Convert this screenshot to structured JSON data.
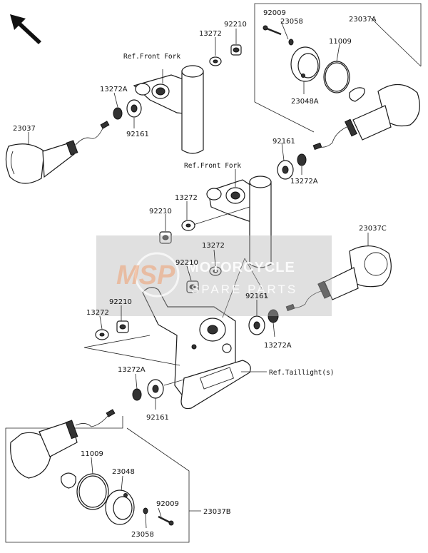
{
  "labels": {
    "ref_front_fork_top": "Ref.Front Fork",
    "ref_front_fork_mid": "Ref.Front Fork",
    "ref_taillight": "Ref.Taillight(s)",
    "p92210_top": "92210",
    "p13272_top": "13272",
    "p13272a_left": "13272A",
    "p23037": "23037",
    "p92161_left": "92161",
    "p92009_top": "92009",
    "p23058_top": "23058",
    "p23037a": "23037A",
    "p11009_top": "11009",
    "p23048a": "23048A",
    "p92161_right": "92161",
    "p13272a_right": "13272A",
    "p13272_mid": "13272",
    "p92210_mid": "92210",
    "p23037c": "23037C",
    "p13272_center": "13272",
    "p92210_center": "92210",
    "p92161_center": "92161",
    "p92210_lower": "92210",
    "p13272_lower": "13272",
    "p13272a_center": "13272A",
    "p13272a_lower": "13272A",
    "p92161_lower": "92161",
    "p11009_bottom": "11009",
    "p23048": "23048",
    "p92009_bottom": "92009",
    "p23037b": "23037B",
    "p23058_bottom": "23058"
  },
  "watermark": {
    "logo_text": "MSP",
    "title": "MOTORCYCLE",
    "subtitle": "SPARE PARTS"
  },
  "colors": {
    "watermark_box": "#b4b4b4",
    "watermark_logo": "#f0a070",
    "line": "#1a1a1a"
  }
}
